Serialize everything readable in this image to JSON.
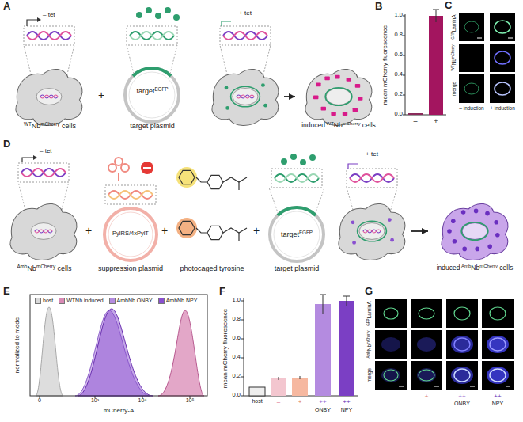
{
  "diagram": {
    "nodes": [
      {
        "text": [
          "WT",
          "Nb",
          "mCherry",
          "cells"
        ]
      },
      {
        "text": [
          "target",
          "EGFP",
          "target plasmid"
        ]
      },
      {
        "text": [
          "+ tet"
        ]
      },
      {
        "text": [
          "induced",
          "WT",
          "Nb",
          "mCherry",
          "cells"
        ]
      },
      {
        "text": [
          "Amb",
          "Nb",
          "mCherry",
          "cells"
        ]
      },
      {
        "text": [
          "PylRS/4xPylT",
          "suppression plasmid"
        ]
      },
      {
        "text": [
          "target",
          "EGFP",
          "target plasmid"
        ]
      },
      {
        "text": [
          "+ tet"
        ]
      },
      {
        "text": [
          "induced",
          "Amb",
          "Nb",
          "mCherry",
          "cells"
        ]
      }
    ],
    "edges": [
      {
        "from": 2,
        "to": 3,
        "arrow": "to"
      },
      {
        "from": 7,
        "to": 8,
        "arrow": "to"
      }
    ],
    "labels": [
      "A",
      "– tet",
      "+",
      "B",
      "0.0",
      "0.2",
      "0.4",
      "0.6",
      "0.8",
      "1.0",
      "mean mCherry fluorescence",
      "–",
      "+",
      "C",
      "GFP",
      "LaminA",
      "WT",
      "Nb",
      "mCherry",
      "merge",
      "– induction",
      "+ induction",
      "D",
      "– tet",
      "+",
      "+",
      "+",
      "photocaged tyrosine",
      "E",
      "normalized to mode",
      "mCherry-A",
      "0",
      "10³",
      "10⁴",
      "10⁵",
      "F",
      "0.0",
      "0.2",
      "0.4",
      "0.6",
      "0.8",
      "1.0",
      "mean mCherry fluorescence",
      "host",
      "–",
      "+",
      "++",
      "ONBY",
      "++",
      "NPY",
      "G",
      "GFP",
      "LaminA",
      "Amb",
      "Nb",
      "mCherry",
      "merge",
      "–",
      "+",
      "++",
      "ONBY",
      "++",
      "NPY"
    ],
    "legend": [
      {
        "text": "host",
        "color": "#d9d9d9"
      },
      {
        "text": "WTNb induced",
        "color": "#d98ab5"
      },
      {
        "text": "AmbNb ONBY",
        "color": "#b48be0"
      },
      {
        "text": "AmbNb NPY",
        "color": "#8a50d0"
      }
    ]
  }
}
